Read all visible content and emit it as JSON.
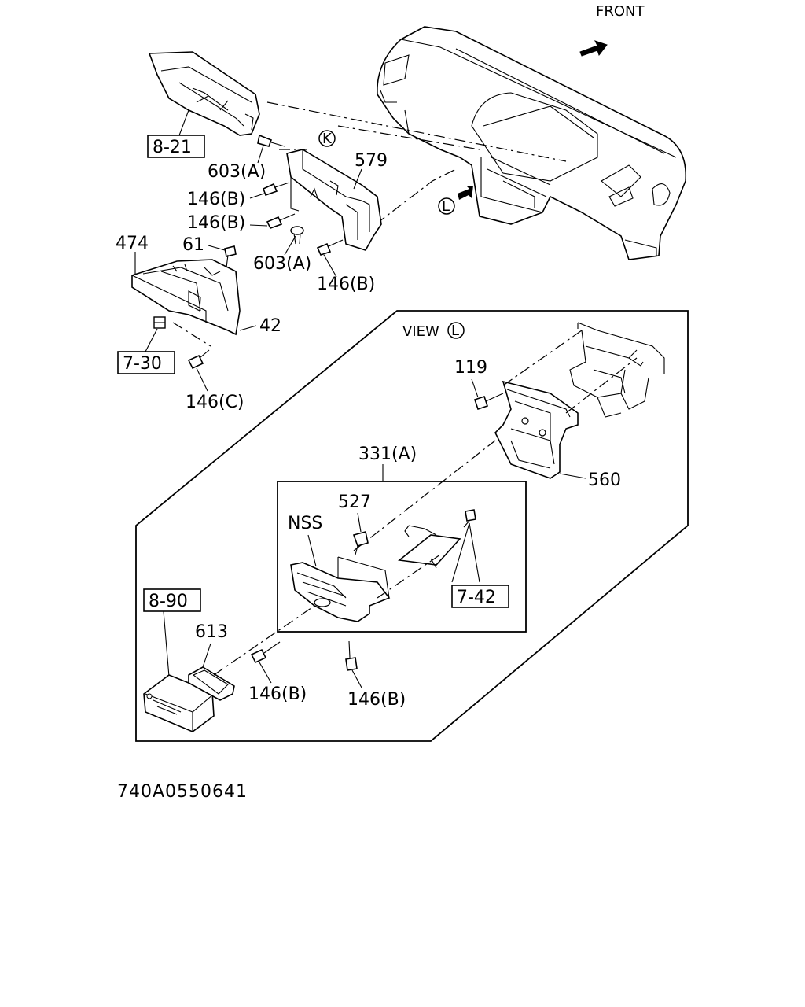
{
  "header": {
    "front_label": "FRONT"
  },
  "callouts": {
    "ref_8_21": "8-21",
    "ref_7_30": "7-30",
    "ref_8_90": "8-90",
    "ref_7_42": "7-42",
    "p_603a_1": "603(A)",
    "p_603a_2": "603(A)",
    "p_146b_1": "146(B)",
    "p_146b_2": "146(B)",
    "p_146b_3": "146(B)",
    "p_146b_4": "146(B)",
    "p_146b_5": "146(B)",
    "p_146c": "146(C)",
    "p_579": "579",
    "p_474": "474",
    "p_61": "61",
    "p_42": "42",
    "p_119": "119",
    "p_331a": "331(A)",
    "p_527": "527",
    "p_nss": "NSS",
    "p_560": "560",
    "p_613": "613",
    "view_marker_k": "K",
    "view_marker_l": "L",
    "view_title": "VIEW",
    "view_title_letter": "L"
  },
  "footer": {
    "drawing_code": "740A0550641"
  }
}
